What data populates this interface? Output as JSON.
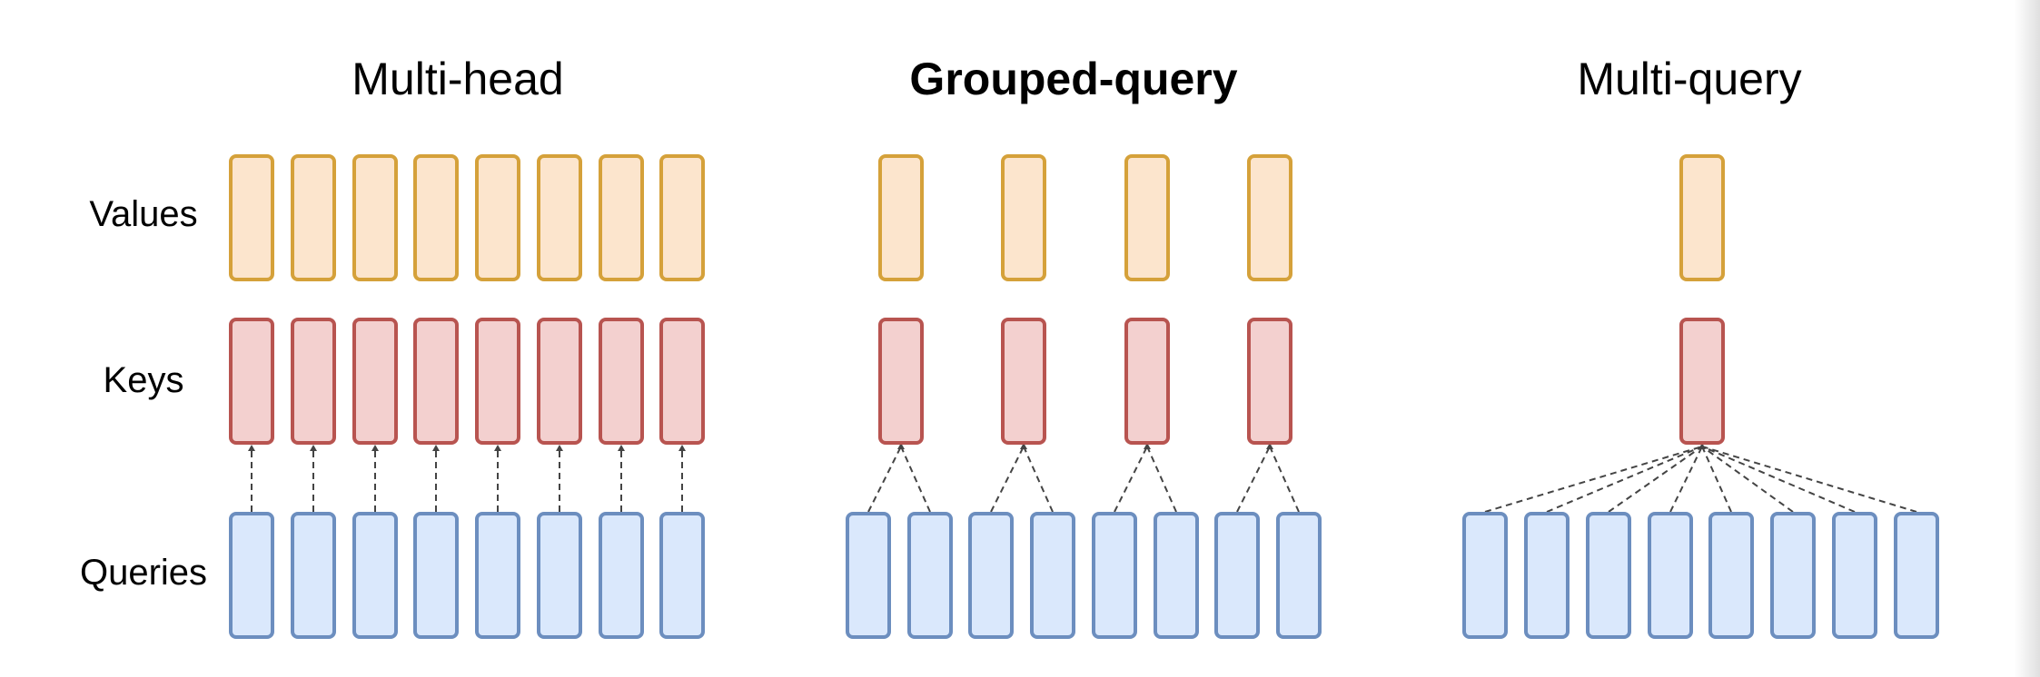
{
  "colors": {
    "values_fill": "#fce5cd",
    "values_stroke": "#d5a13a",
    "keys_fill": "#f3d0cf",
    "keys_stroke": "#b85450",
    "queries_fill": "#dae8fc",
    "queries_stroke": "#6c8ebf",
    "connector": "#444444"
  },
  "row_labels": {
    "values": "Values",
    "keys": "Keys",
    "queries": "Queries"
  },
  "panels": [
    {
      "title": "Multi-head",
      "title_bold": false,
      "query_heads": 8,
      "key_heads": 8,
      "value_heads": 8
    },
    {
      "title": "Grouped-query",
      "title_bold": true,
      "query_heads": 8,
      "key_heads": 4,
      "value_heads": 4
    },
    {
      "title": "Multi-query",
      "title_bold": false,
      "query_heads": 8,
      "key_heads": 1,
      "value_heads": 1
    }
  ]
}
